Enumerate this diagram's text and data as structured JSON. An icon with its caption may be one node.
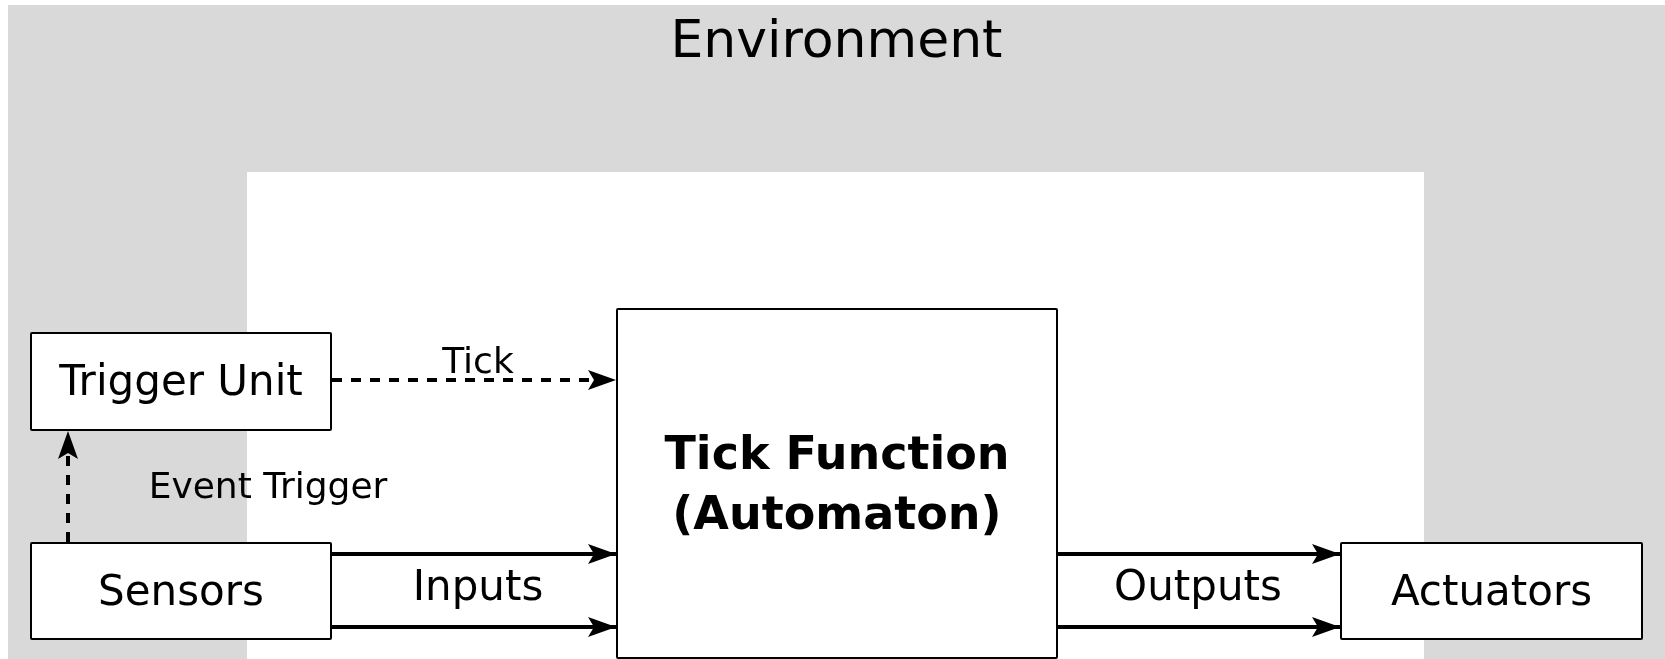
{
  "diagram": {
    "nodes": [
      {
        "text": [
          "Environment"
        ]
      },
      {
        "text": [
          "Trigger Unit"
        ],
        "in": 0
      },
      {
        "text": [
          "Sensors"
        ],
        "in": 0
      },
      {
        "text": [
          "Tick Function (Automaton)"
        ],
        "in": 0
      },
      {
        "text": [
          "Actuators"
        ],
        "in": 0
      }
    ],
    "edges": [
      {
        "from": 1,
        "to": 3,
        "arrow": "to",
        "label": "Tick",
        "style": "dashed"
      },
      {
        "from": 2,
        "to": 1,
        "arrow": "to",
        "label": "Event Trigger",
        "style": "dashed"
      },
      {
        "from": 2,
        "to": 3,
        "arrow": "to",
        "label": "Inputs"
      },
      {
        "from": 2,
        "to": 3,
        "arrow": "to"
      },
      {
        "from": 3,
        "to": 4,
        "arrow": "to",
        "label": "Outputs"
      },
      {
        "from": 3,
        "to": 4,
        "arrow": "to"
      }
    ]
  }
}
